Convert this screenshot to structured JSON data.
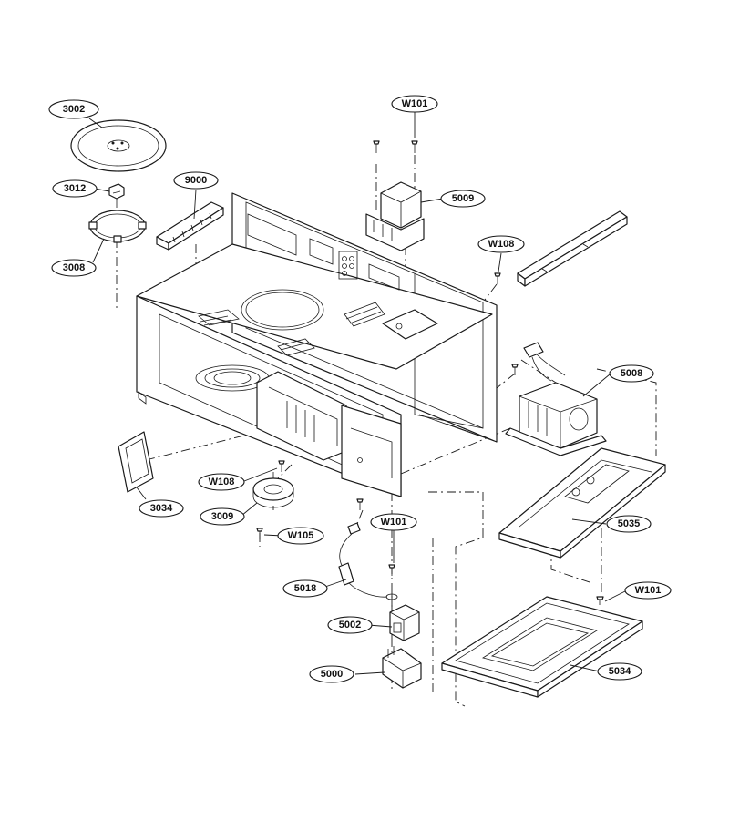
{
  "labels": [
    {
      "id": "3002",
      "text": "3002"
    },
    {
      "id": "3012",
      "text": "3012"
    },
    {
      "id": "3008",
      "text": "3008"
    },
    {
      "id": "9000",
      "text": "9000"
    },
    {
      "id": "W101_top",
      "text": "W101"
    },
    {
      "id": "5009",
      "text": "5009"
    },
    {
      "id": "W108_right",
      "text": "W108"
    },
    {
      "id": "5008",
      "text": "5008"
    },
    {
      "id": "W108_left",
      "text": "W108"
    },
    {
      "id": "3034",
      "text": "3034"
    },
    {
      "id": "3009",
      "text": "3009"
    },
    {
      "id": "W105",
      "text": "W105"
    },
    {
      "id": "W101_mid",
      "text": "W101"
    },
    {
      "id": "5018",
      "text": "5018"
    },
    {
      "id": "5002",
      "text": "5002"
    },
    {
      "id": "5000",
      "text": "5000"
    },
    {
      "id": "5035",
      "text": "5035"
    },
    {
      "id": "W101_right",
      "text": "W101"
    },
    {
      "id": "5034",
      "text": "5034"
    }
  ]
}
